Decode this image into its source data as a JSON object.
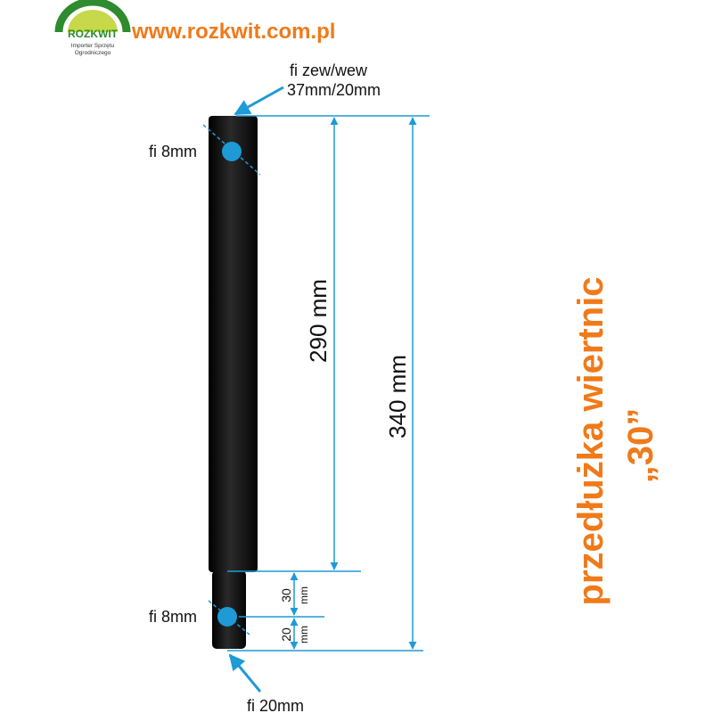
{
  "logo": {
    "brand": "ROZKWIT",
    "line1": "Importer Sprzętu",
    "line2": "Ogrodniczego"
  },
  "website": "www.rozkwit.com.pl",
  "labels": {
    "top_diameter_line1": "fi zew/wew",
    "top_diameter_line2": "37mm/20mm",
    "top_hole": "fi 8mm",
    "bottom_hole": "fi 8mm",
    "bottom_diameter": "fi 20mm",
    "dim_290": "290 mm",
    "dim_340": "340 mm",
    "dim_30_value": "30",
    "dim_30_unit": "mm",
    "dim_20_value": "20",
    "dim_20_unit": "mm"
  },
  "title": {
    "line1": "przedłużka wiertnic",
    "line2": "„30”"
  },
  "colors": {
    "accent_blue": "#1e9ad6",
    "orange": "#f07a1a",
    "pipe": "#111111",
    "logo_green": "#2e8b2e"
  }
}
